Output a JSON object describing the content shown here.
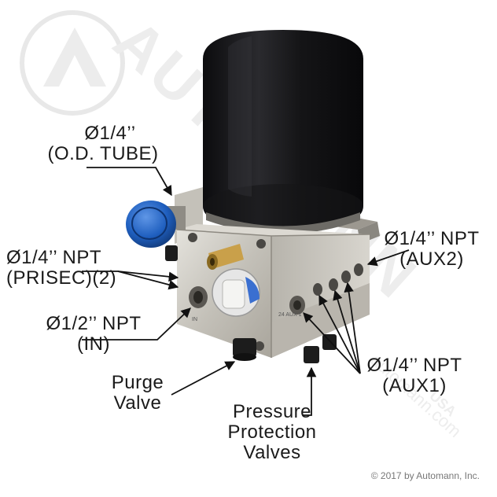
{
  "watermark": {
    "brand": "AUTOMANN",
    "site": "automann.com",
    "mark": "USA"
  },
  "labels": {
    "od_tube": {
      "line1": "Ø1/4’’",
      "line2": "(O.D. TUBE)"
    },
    "prisec": {
      "line1": "Ø1/4’’ NPT",
      "line2": "(PRISEC)(2)"
    },
    "inlet": {
      "line1": "Ø1/2’’ NPT",
      "line2": "(IN)"
    },
    "purge": {
      "line1": "Purge",
      "line2": "Valve"
    },
    "ppv": {
      "line1": "Pressure",
      "line2": "Protection",
      "line3": "Valves"
    },
    "aux2": {
      "line1": "Ø1/4’’ NPT",
      "line2": "(AUX2)"
    },
    "aux1": {
      "line1": "Ø1/4’’ NPT",
      "line2": "(AUX1)"
    }
  },
  "port_marks": {
    "aux1_stamp": "24 AUX 1",
    "in_stamp": "IN"
  },
  "copyright": "© 2017 by Automann, Inc.",
  "colors": {
    "canister": "#1b1b1d",
    "body": "#c9c6bf",
    "cap": "#1f5fbf",
    "brass": "#c9a04a",
    "watermark": "#d9d9d9"
  }
}
